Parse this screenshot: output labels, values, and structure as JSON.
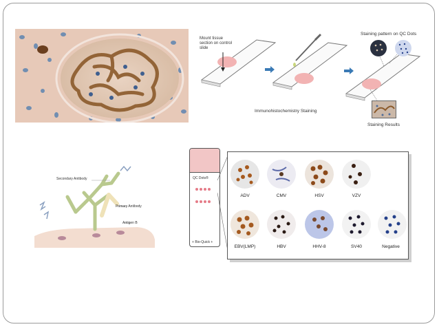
{
  "workflow": {
    "mount_label": "Mount tissue section on control slide",
    "mount_lines": [
      "Mount tissue",
      "section on control",
      "slide"
    ],
    "qc_pattern_label": "Staining pattern on QC Dots",
    "ihc_label": "Immunohistochemistry Staining",
    "results_label": "Staining Results"
  },
  "antibody": {
    "secondary_label": "Secondary Antibody",
    "primary_label": "Primary Antibody",
    "antigen_label": "Antigen B"
  },
  "kit": {
    "qc_label": "QC Dots®",
    "footer_label": "Bio-Quick"
  },
  "qc_grid": {
    "row1": [
      "ADV",
      "CMV",
      "HSV",
      "VZV"
    ],
    "row2": [
      "EBV(LMP)",
      "HBV",
      "HHV-8",
      "SV40",
      "Negative"
    ]
  }
}
